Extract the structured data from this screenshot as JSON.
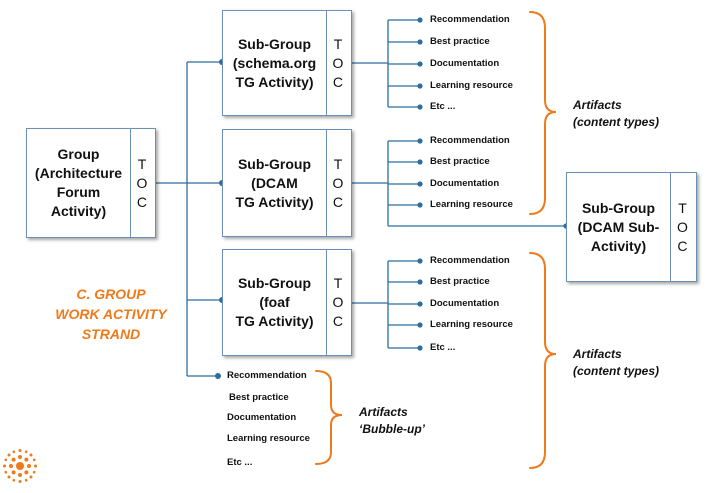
{
  "group": {
    "name": "Group\n(Architecture\nForum\nActivity)",
    "toc": "T\nO\nC"
  },
  "subgroups": [
    {
      "name": "Sub-Group\n(schema.org\nTG Activity)",
      "toc": "T\nO\nC"
    },
    {
      "name": "Sub-Group\n(DCAM\nTG Activity)",
      "toc": "T\nO\nC"
    },
    {
      "name": "Sub-Group\n(foaf\nTG Activity)",
      "toc": "T\nO\nC"
    },
    {
      "name": "Sub-Group\n(DCAM Sub-\nActivity)",
      "toc": "T\nO\nC"
    }
  ],
  "artifact_lists": [
    {
      "items": [
        "Recommendation",
        "Best practice",
        "Documentation",
        "Learning resource",
        "Etc ..."
      ]
    },
    {
      "items": [
        "Recommendation",
        "Best practice",
        "Documentation",
        "Learning resource"
      ]
    },
    {
      "items": [
        "Recommendation",
        "Best practice",
        "Documentation",
        "Learning resource",
        "Etc ..."
      ]
    },
    {
      "items": [
        "Recommendation",
        "Best practice",
        "Documentation",
        "Learning resource",
        "Etc ..."
      ]
    }
  ],
  "artifact_labels": [
    "Artifacts\n(content types)",
    "Artifacts\n(content types)",
    "Artifacts\n‘Bubble-up’"
  ],
  "strand_title": "C. GROUP\nWORK ACTIVITY\nSTRAND",
  "colors": {
    "line": "#2e6e9e",
    "brace": "#ef7a1a",
    "box_border": "#6d8fb5",
    "accent": "#ef7a1a"
  },
  "logo_icon": "sunburst-icon"
}
